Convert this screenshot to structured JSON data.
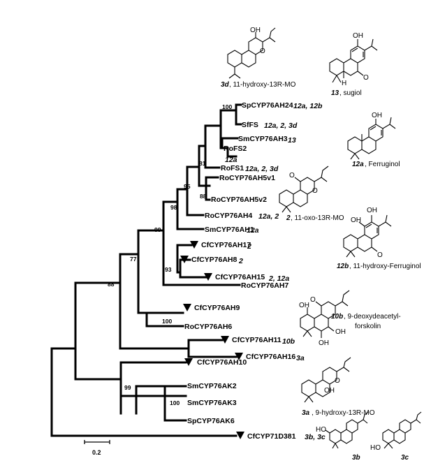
{
  "tree": {
    "leaves": [
      {
        "name": "SpCYP76AH24",
        "products": "12a, 12b",
        "collapsed": false
      },
      {
        "name": "SfFS",
        "products": "12a, 2, 3d",
        "collapsed": false
      },
      {
        "name": "SmCYP76AH3",
        "products": "13",
        "collapsed": false
      },
      {
        "name": "RoFS2",
        "products": "12a",
        "collapsed": false
      },
      {
        "name": "RoFS1",
        "products": "12a, 2, 3d",
        "collapsed": false
      },
      {
        "name": "RoCYP76AH5v1",
        "products": "",
        "collapsed": false
      },
      {
        "name": "RoCYP76AH5v2",
        "products": "",
        "collapsed": false
      },
      {
        "name": "RoCYP76AH4",
        "products": "12a, 2",
        "collapsed": false
      },
      {
        "name": "SmCYP76AH1",
        "products": "12a",
        "collapsed": false
      },
      {
        "name": "CfCYP76AH17",
        "products": "2",
        "collapsed": true
      },
      {
        "name": "CfCYP76AH8",
        "products": "2",
        "collapsed": true
      },
      {
        "name": "CfCYP76AH15",
        "products": "2, 12a",
        "collapsed": true
      },
      {
        "name": "RoCYP76AH7",
        "products": "",
        "collapsed": false
      },
      {
        "name": "CfCYP76AH9",
        "products": "",
        "collapsed": true
      },
      {
        "name": "RoCYP76AH6",
        "products": "",
        "collapsed": false
      },
      {
        "name": "CfCYP76AH11",
        "products": "10b",
        "collapsed": true
      },
      {
        "name": "CfCYP76AH16",
        "products": "3a",
        "collapsed": true
      },
      {
        "name": "CfCYP76AH10",
        "products": "",
        "collapsed": true
      },
      {
        "name": "SmCYP76AK2",
        "products": "",
        "collapsed": false
      },
      {
        "name": "SmCYP76AK3",
        "products": "",
        "collapsed": false
      },
      {
        "name": "SpCYP76AK6",
        "products": "",
        "collapsed": false
      },
      {
        "name": "CfCYP71D381",
        "products": "3b, 3c",
        "collapsed": true
      }
    ],
    "bootstrap": [
      "100",
      "81",
      "95",
      "88",
      "98",
      "99",
      "93",
      "77",
      "88",
      "100",
      "99",
      "100"
    ],
    "scale_label": "0.2"
  },
  "compounds": {
    "c3d": {
      "id": "3d",
      "name": ", 11-hydroxy-13R-MO"
    },
    "c13": {
      "id": "13",
      "name": ", sugiol"
    },
    "c12a": {
      "id": "12a",
      "name": ", Ferruginol"
    },
    "c2": {
      "id": "2",
      "name": ", 11-oxo-13R-MO"
    },
    "c12b": {
      "id": "12b",
      "name": ", 11-hydroxy-Ferruginol"
    },
    "c10b": {
      "id": "10b",
      "name": ", 9-deoxydeacetyl-",
      "name2": "forskolin"
    },
    "c3a": {
      "id": "3a",
      "name": ", 9-hydroxy-13R-MO"
    },
    "c3b": {
      "id": "3b"
    },
    "c3c": {
      "id": "3c"
    }
  },
  "atoms": {
    "oh": "OH",
    "ho": "HO",
    "o": "O",
    "h": "H"
  }
}
